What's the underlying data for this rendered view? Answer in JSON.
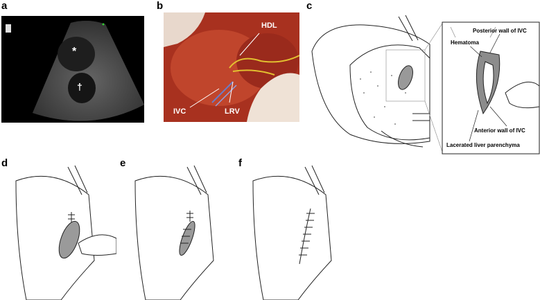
{
  "panels": {
    "a": {
      "letter": "a",
      "marks": {
        "star": "*",
        "dagger": "†"
      }
    },
    "b": {
      "letter": "b",
      "labels": {
        "hdl": "HDL",
        "ivc": "IVC",
        "lrv": "LRV"
      }
    },
    "c": {
      "letter": "c",
      "labels": {
        "posterior": "Posterior wall of IVC",
        "hematoma": "Hematoma",
        "anterior": "Anterior wall of IVC",
        "lacerated": "Lacerated liver parenchyma"
      }
    },
    "d": {
      "letter": "d"
    },
    "e": {
      "letter": "e"
    },
    "f": {
      "letter": "f"
    }
  },
  "colors": {
    "ultrasound_bg": "#000000",
    "tissue_red": "#b43a2a",
    "sketch_line": "#222222",
    "hematoma_gray": "#9a9a9a"
  }
}
